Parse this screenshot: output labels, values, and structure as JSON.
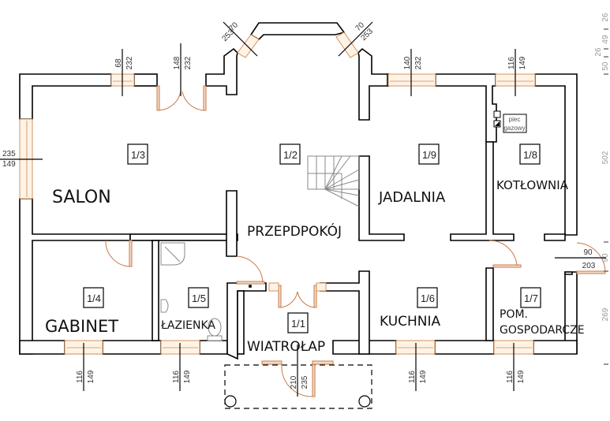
{
  "plan": {
    "rooms": [
      {
        "id": "1/1",
        "name": "WIATROŁAP"
      },
      {
        "id": "1/2",
        "name": "PRZEPDPOKÓJ"
      },
      {
        "id": "1/3",
        "name": "SALON"
      },
      {
        "id": "1/4",
        "name": "GABINET"
      },
      {
        "id": "1/5",
        "name": "ŁAZIENKA"
      },
      {
        "id": "1/6",
        "name": "KUCHNIA"
      },
      {
        "id": "1/7",
        "name_line1": "POM.",
        "name_line2": "GOSPODARCZE"
      },
      {
        "id": "1/8",
        "name": "KOTŁOWNIA"
      },
      {
        "id": "1/9",
        "name": "JADALNIA"
      }
    ],
    "fixture_label_line1": "piec",
    "fixture_label_line2": "gazowy",
    "dimensions": {
      "salon_top_window": [
        "68",
        "232"
      ],
      "salon_top_door": [
        "148",
        "232"
      ],
      "bay_left": [
        "70",
        "253"
      ],
      "bay_right": [
        "70",
        "253"
      ],
      "jadalnia_window": [
        "140",
        "232"
      ],
      "kotlownia_window": [
        "116",
        "149"
      ],
      "salon_side_window": [
        "235",
        "149"
      ],
      "gabinet_window": [
        "116",
        "149"
      ],
      "lazienka_window": [
        "116",
        "149"
      ],
      "entrance_door": [
        "210",
        "235"
      ],
      "kuchnia_window": [
        "116",
        "149"
      ],
      "gospodarcze_window": [
        "116",
        "149"
      ],
      "side_door": [
        "90",
        "203"
      ],
      "side_door_vertical": "90",
      "right_chain": [
        "26",
        "49",
        "26",
        "50",
        "502",
        "269"
      ]
    }
  }
}
